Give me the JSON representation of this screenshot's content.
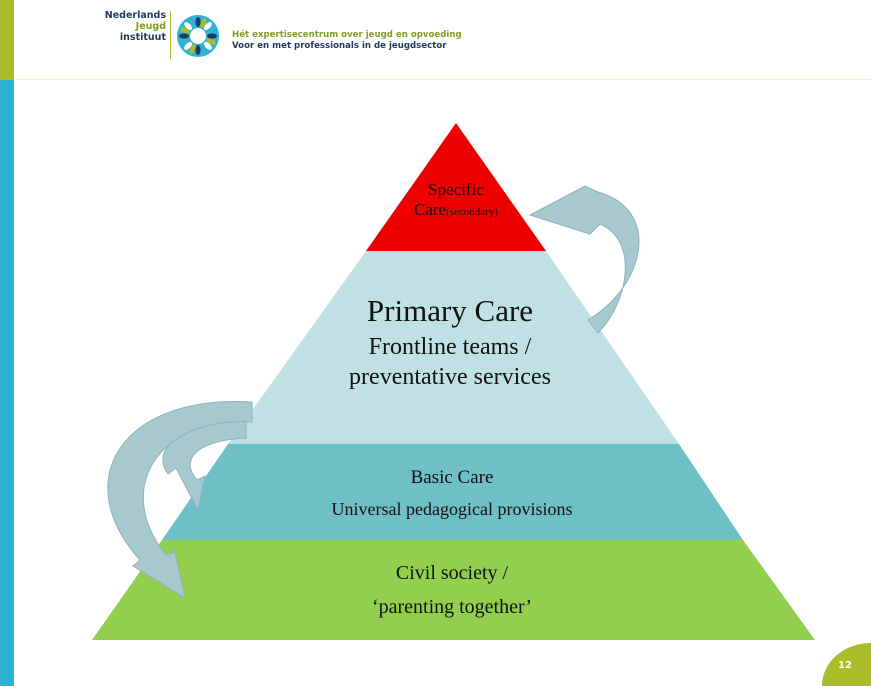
{
  "colors": {
    "sidebar": "#2fb3d4",
    "sidebar_top": "#a9bd2a",
    "logo_dark": "#1f3a5c",
    "logo_green": "#7fa01f",
    "tier_top": "#ee0000",
    "tier_primary": "#bfe1e3",
    "tier_basic": "#6fbfc7",
    "tier_base": "#92cf4e",
    "arrow": "#a9c9d1",
    "badge": "#a9bd2a"
  },
  "header": {
    "logo_line1": "Nederlands",
    "logo_line2": "Jeugd",
    "logo_line3": "instituut",
    "tagline_line1": "Hét expertisecentrum over jeugd en opvoeding",
    "tagline_line2": "Voor en met professionals in de jeugdsector"
  },
  "pyramid": {
    "specific": {
      "line1": "Specific",
      "line2_main": "Care",
      "line2_small": "(secondary)"
    },
    "primary": {
      "title": "Primary Care",
      "line2": "Frontline teams /",
      "line3": "preventative services"
    },
    "basic": {
      "line1": "Basic Care",
      "line2": "Universal pedagogical provisions"
    },
    "base": {
      "line1": "Civil society /",
      "line2": "‘parenting together’"
    }
  },
  "page_number": "12"
}
